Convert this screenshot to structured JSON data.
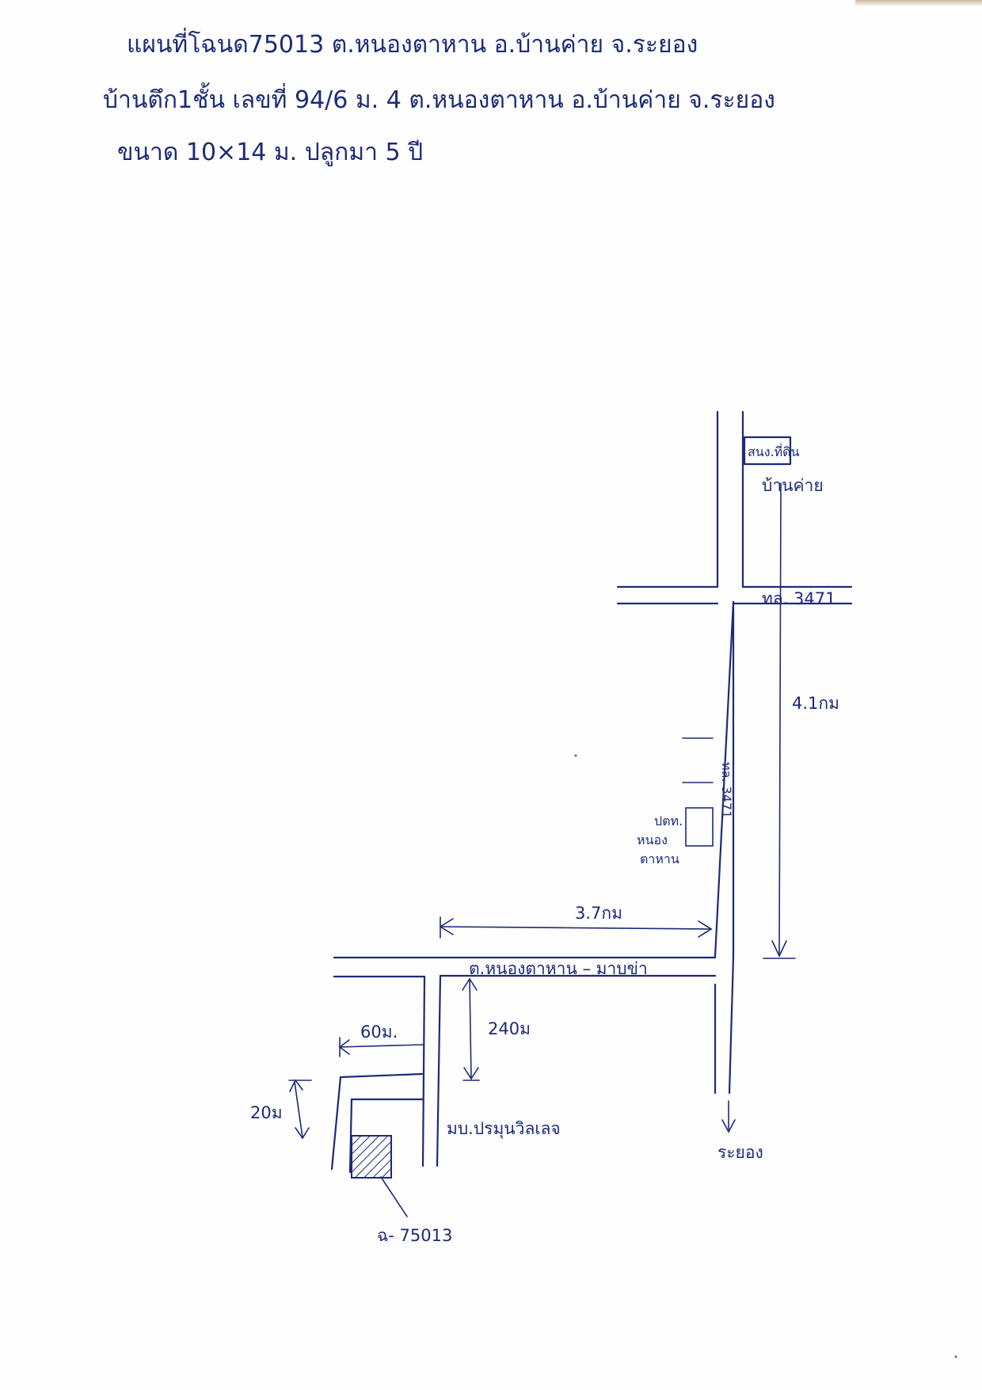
{
  "header": {
    "line1": "แผนที่โฉนด75013 ต.หนองตาหาน อ.บ้านค่าย จ.ระยอง",
    "line2": "บ้านตึก1ชั้น เลขที่ 94/6 ม. 4 ต.หนองตาหาน อ.บ้านค่าย จ.ระยอง",
    "line3": "ขนาด 10×14 ม. ปลูกมา 5 ปี"
  },
  "labels": {
    "district_office": "สนง.ที่ดิน",
    "district_office_2": "บ้านค่าย",
    "route_3471": "ทล. 3471",
    "distance_north": "4.1กม",
    "road_vertical": "ทล. 3471",
    "village_office_1": "ปตท.",
    "village_office_2": "หนอง",
    "village_office_3": "ตาหาน",
    "distance_west": "3.7กม",
    "road_horizontal": "ต.หนองตาหาน – มาบข่า",
    "distance_60": "60ม.",
    "distance_240": "240ม",
    "distance_20": "20ม",
    "village_name": "มบ.ปรมุนวิลเลจ",
    "direction_south": "ระยอง",
    "deed_number": "ฉ- 75013"
  },
  "colors": {
    "ink": "#1d2a78",
    "paper": "#fefefe"
  }
}
